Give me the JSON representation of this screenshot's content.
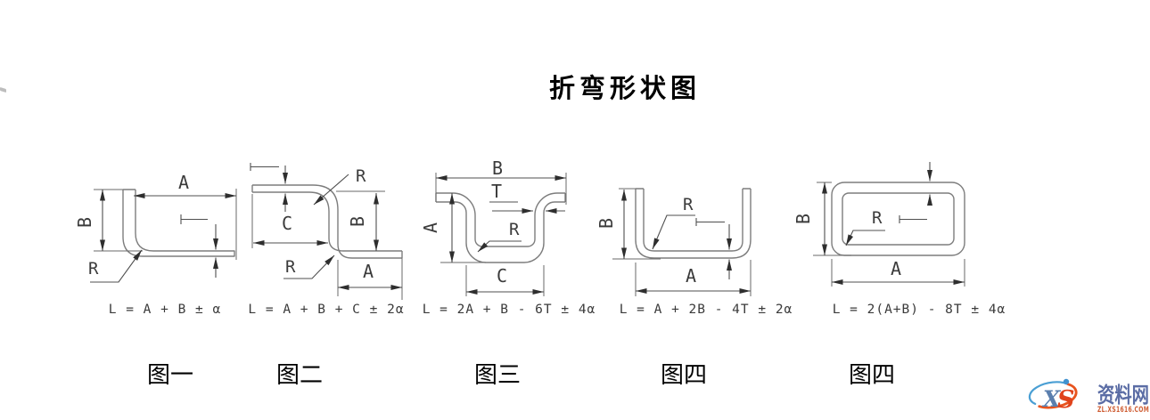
{
  "page": {
    "title": "折弯形状图",
    "background": "#ffffff",
    "line_color": "#7d7d7d"
  },
  "figures": [
    {
      "caption": "图一",
      "formula": "L = A + B ± α",
      "shape": "L-bend",
      "labels": {
        "A": "A",
        "B": "B",
        "R": "R"
      }
    },
    {
      "caption": "图二",
      "formula": "L = A + B + C ± 2α",
      "shape": "Z-bend",
      "labels": {
        "A": "A",
        "B": "B",
        "C": "C",
        "R_top": "R",
        "R_bottom": "R"
      }
    },
    {
      "caption": "图三",
      "formula": "L = 2A + B - 6T ± 4α",
      "shape": "hat-channel",
      "labels": {
        "A": "A",
        "B": "B",
        "C": "C",
        "T": "T",
        "R": "R"
      }
    },
    {
      "caption": "图四",
      "formula": "L = A + 2B - 4T ± 2α",
      "shape": "u-channel",
      "labels": {
        "A": "A",
        "B": "B",
        "R": "R"
      }
    },
    {
      "caption": "图四",
      "formula": "L = 2(A+B) - 8T ± 4α",
      "shape": "closed-rectangular-tube",
      "labels": {
        "A": "A",
        "B": "B",
        "R": "R"
      }
    }
  ],
  "watermark": {
    "letter_x": "X",
    "letter_s": "S",
    "site_name": "资料网",
    "site_url": "ZL.XS1616.COM",
    "colors": {
      "blue": "#5b6da5",
      "steel_blue": "#5b7fae",
      "orange": "#e0431c",
      "url_color": "#cf5f36",
      "dot_blue": "#4192cf",
      "ring_blue": "#4a9fd4",
      "ring_orange": "#e8541e"
    }
  }
}
